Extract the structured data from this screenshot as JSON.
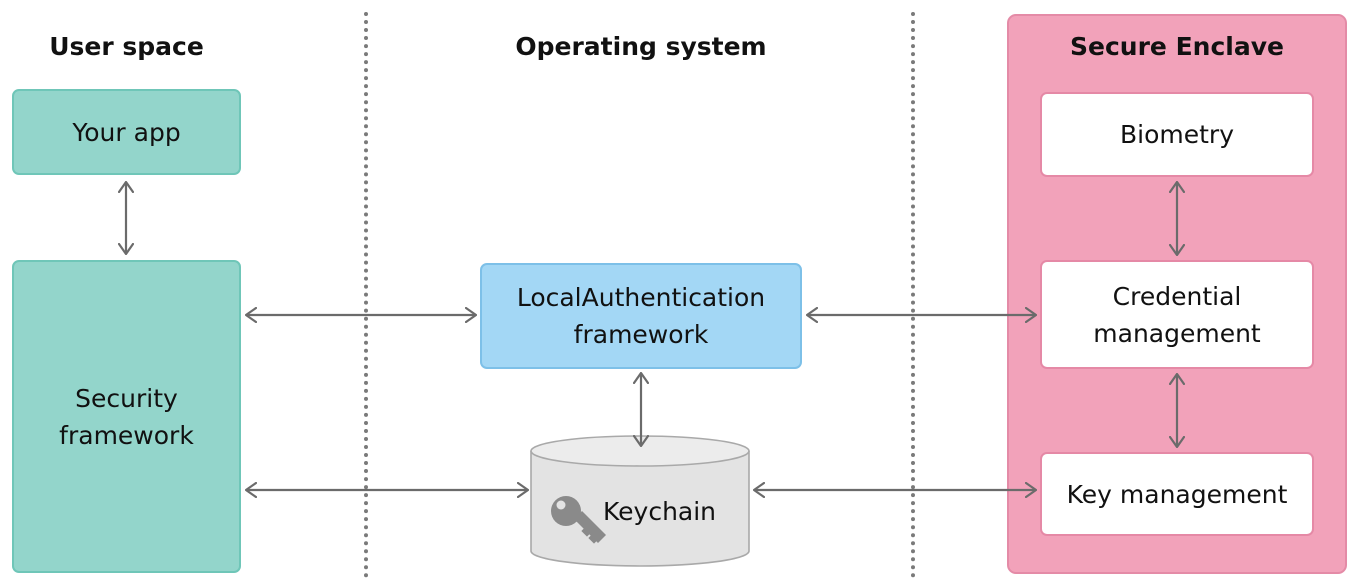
{
  "headers": {
    "user_space": "User space",
    "operating_system": "Operating system",
    "secure_enclave": "Secure Enclave"
  },
  "user_space": {
    "your_app": "Your app",
    "security_framework_line1": "Security",
    "security_framework_line2": "framework"
  },
  "operating_system": {
    "local_auth_line1": "LocalAuthentication",
    "local_auth_line2": "framework",
    "keychain": "Keychain"
  },
  "secure_enclave": {
    "biometry": "Biometry",
    "credential_line1": "Credential",
    "credential_line2": "management",
    "key_management": "Key management"
  },
  "colors": {
    "user_space_fill": "#93d5cb",
    "local_auth_fill": "#a3d7f5",
    "enclave_fill": "#f2a2ba",
    "keychain_fill": "#e3e3e3",
    "arrow": "#6b6b6b"
  },
  "icons": {
    "keychain": "key-icon"
  }
}
